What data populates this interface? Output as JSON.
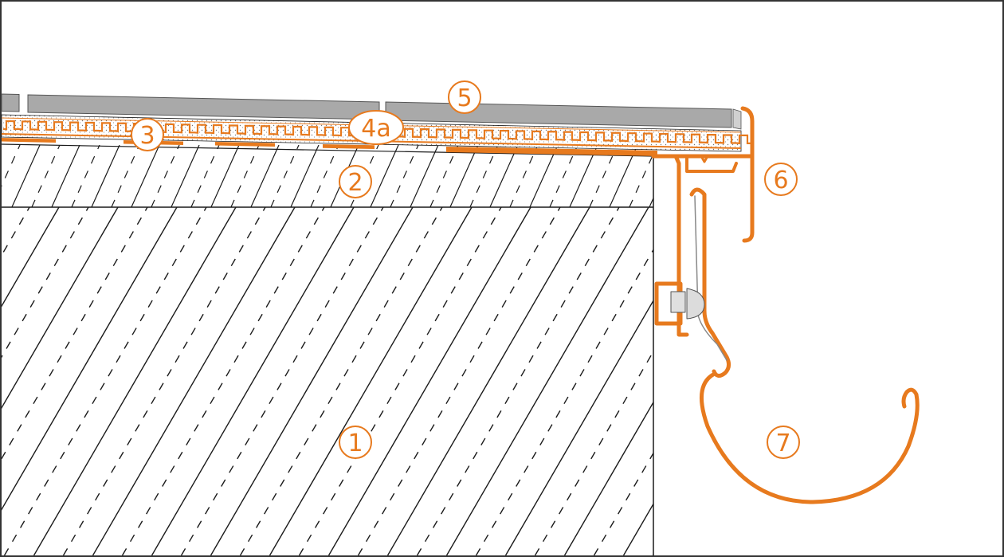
{
  "colors": {
    "accent": "#E77A1E",
    "line": "#1a1a1a",
    "tile": "#a9a9a9",
    "background": "#ffffff"
  },
  "callouts": {
    "c1": "1",
    "c2": "2",
    "c3": "3",
    "c4a": "4a",
    "c5": "5",
    "c6": "6",
    "c7": "7"
  }
}
